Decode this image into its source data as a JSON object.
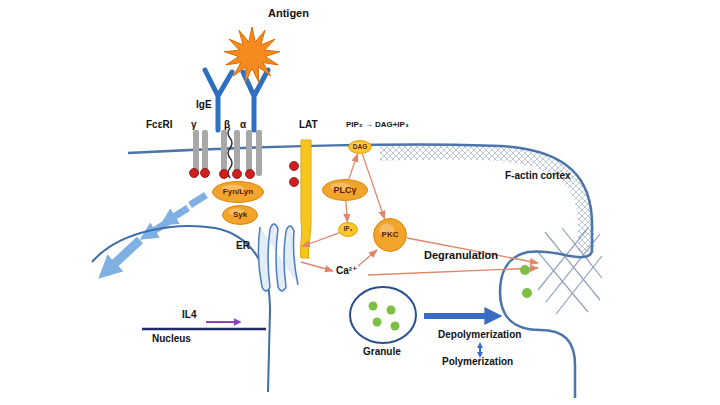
{
  "diagram": {
    "nodes": [
      {
        "text": [
          "Antigen"
        ]
      },
      {
        "text": [
          "LAT"
        ]
      },
      {
        "text": [
          "DAG"
        ]
      },
      {
        "text": [
          "Fyn/Lyn"
        ]
      },
      {
        "text": [
          "PLCγ"
        ]
      },
      {
        "text": [
          "Syk"
        ]
      },
      {
        "text": [
          "IP₃"
        ]
      },
      {
        "text": [
          "ER"
        ]
      },
      {
        "text": [
          "PKC"
        ]
      },
      {
        "text": [
          "Granule"
        ]
      }
    ],
    "edges": [
      {
        "from": 4,
        "to": 2,
        "arrow": "to"
      },
      {
        "from": 4,
        "to": 6,
        "arrow": "to"
      },
      {
        "from": 6,
        "to": 7,
        "arrow": "to"
      },
      {
        "from": 2,
        "to": 8,
        "arrow": "to"
      }
    ],
    "labels": [
      "IgE",
      "FcεRI",
      "γ",
      "β",
      "α",
      "PIP₂ → DAG+IP₃",
      "F-actin cortex",
      "Degranulation",
      "Ca²⁺",
      "IL4",
      "Depolymerization",
      "Nucleus",
      "Polymerization"
    ]
  }
}
